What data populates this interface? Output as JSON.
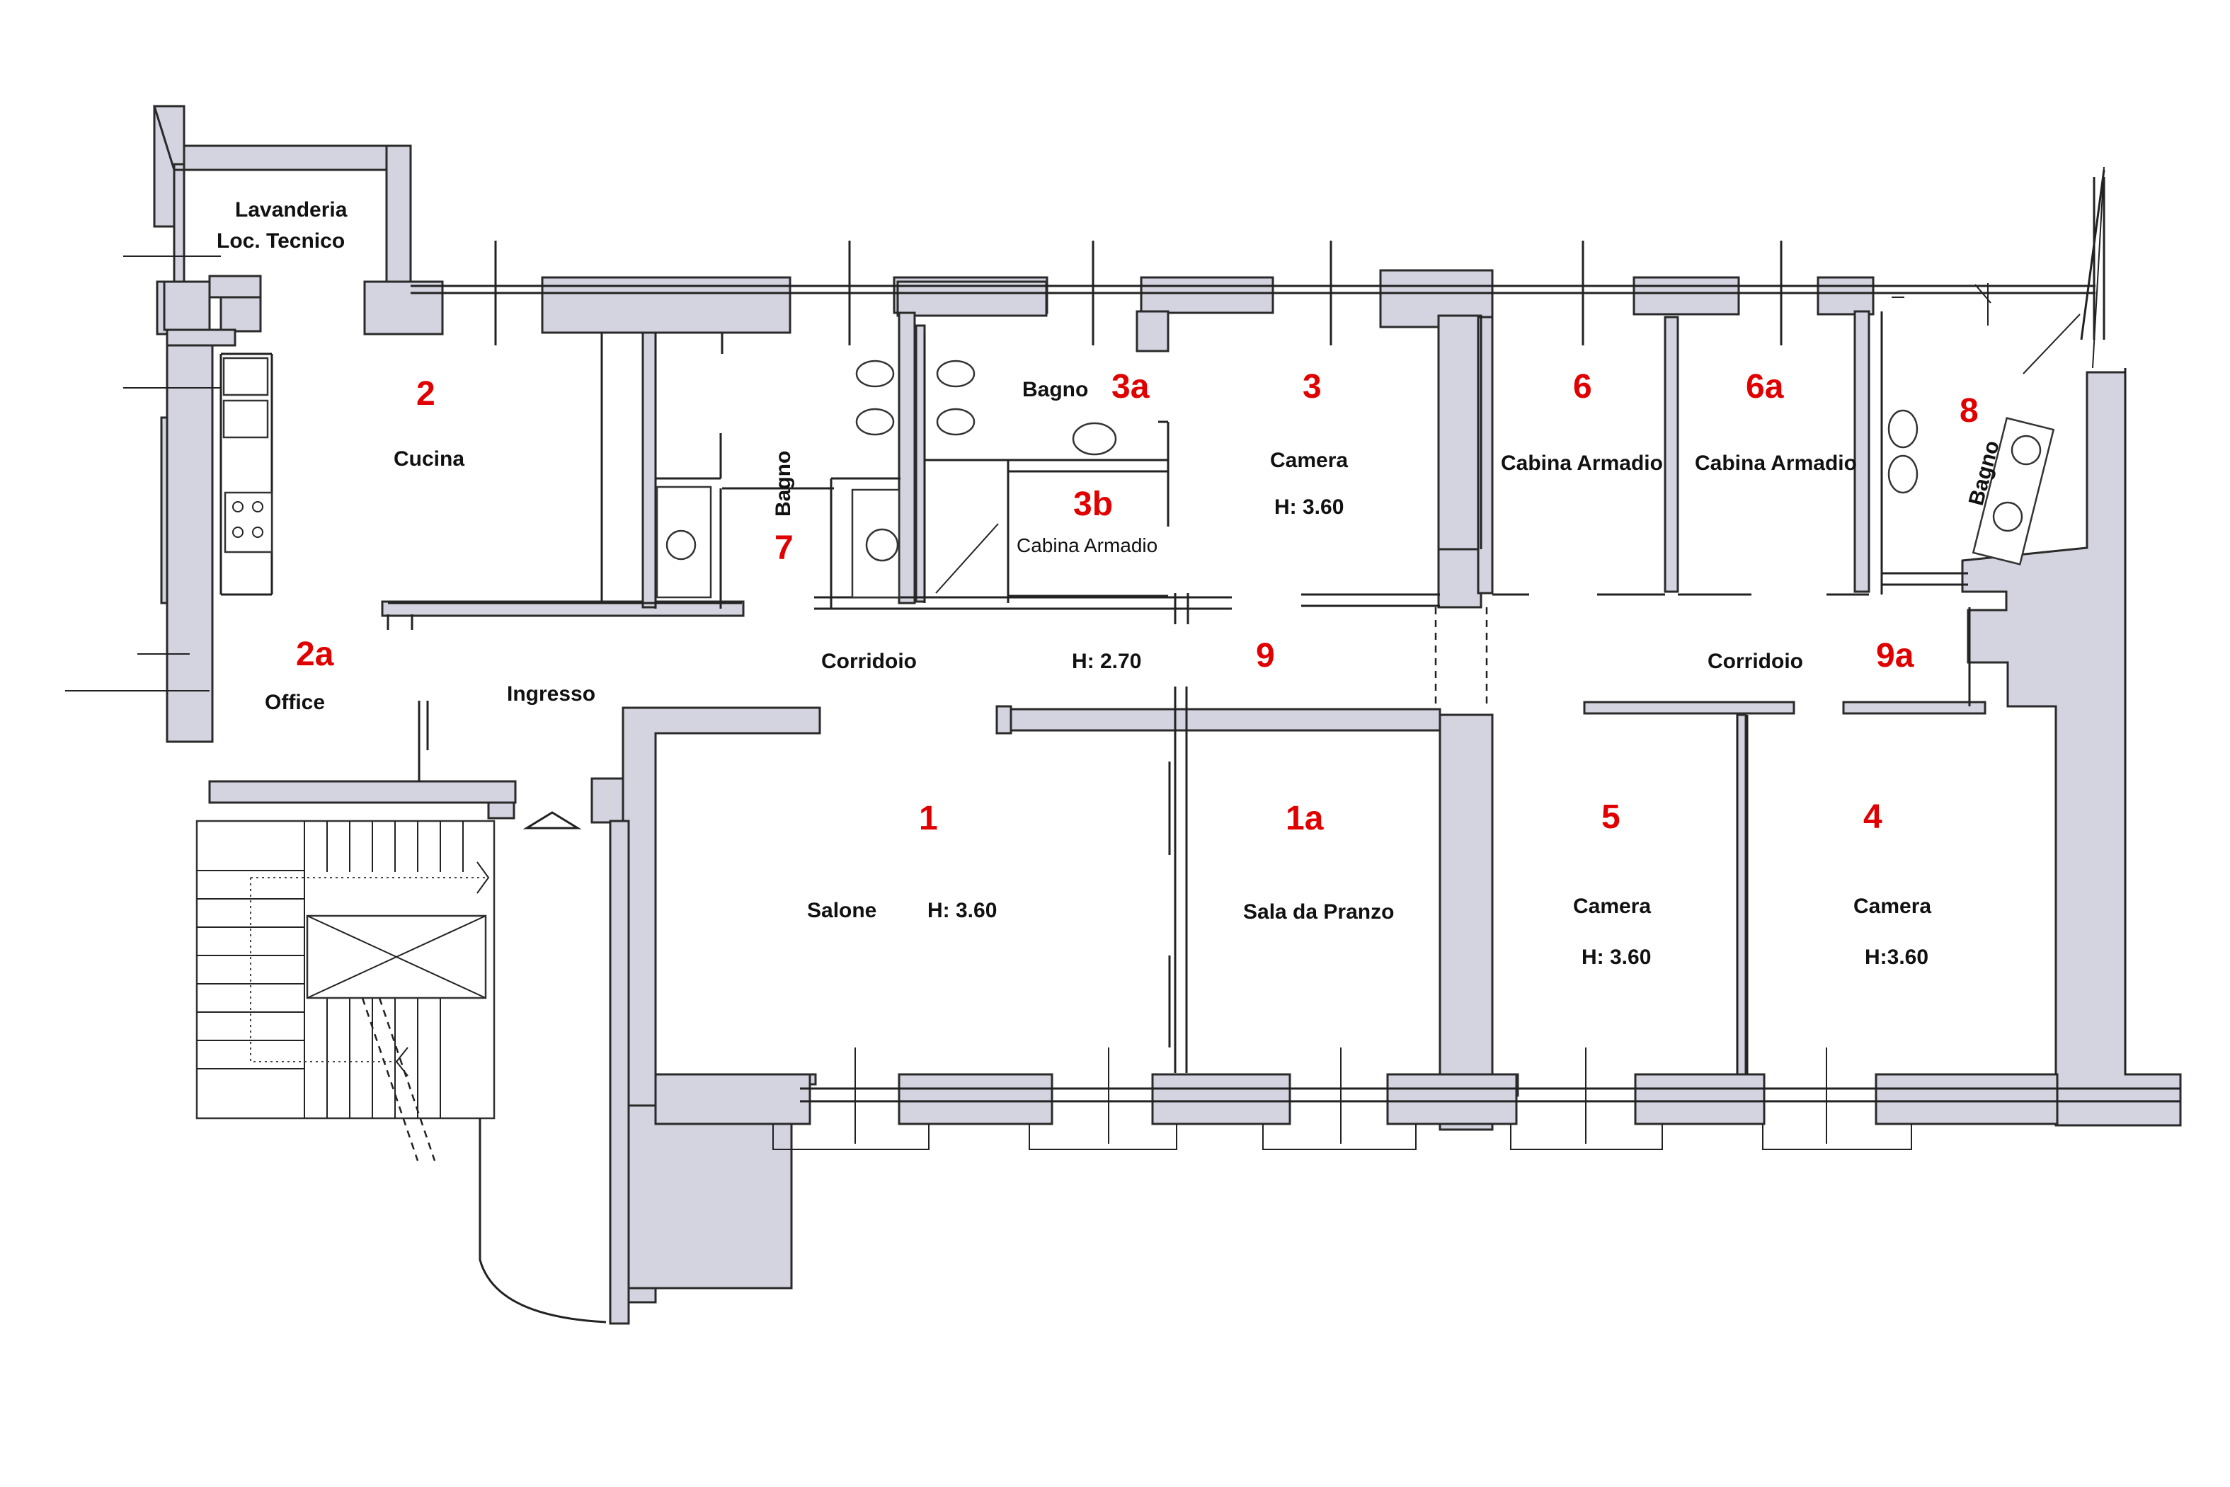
{
  "colors": {
    "wall_fill": "#d3d4df",
    "room_number": "#e00000",
    "text": "#111111"
  },
  "rooms": {
    "laundry_line1": "Lavanderia",
    "laundry_line2": "Loc. Tecnico",
    "r2_num": "2",
    "r2_name": "Cucina",
    "r2a_num": "2a",
    "r2a_name": "Office",
    "entrance": "Ingresso",
    "r7_name": "Bagno",
    "r7_num": "7",
    "r3a_name": "Bagno",
    "r3a_num": "3a",
    "r3b_num": "3b",
    "r3b_name": "Cabina Armadio",
    "r3_num": "3",
    "r3_name": "Camera",
    "r3_height": "H: 3.60",
    "r6_num": "6",
    "r6_name": "Cabina Armadio",
    "r6a_num": "6a",
    "r6a_name": "Cabina Armadio",
    "r8_num": "8",
    "r8_name": "Bagno",
    "corridor_name": "Corridoio",
    "corridor_height": "H: 2.70",
    "r9_num": "9",
    "corridor2_name": "Corridoio",
    "r9a_num": "9a",
    "r1_num": "1",
    "r1_name": "Salone",
    "r1_height": "H: 3.60",
    "r1a_num": "1a",
    "r1a_name": "Sala da Pranzo",
    "r5_num": "5",
    "r5_name": "Camera",
    "r5_height": "H: 3.60",
    "r4_num": "4",
    "r4_name": "Camera",
    "r4_height": "H:3.60"
  }
}
